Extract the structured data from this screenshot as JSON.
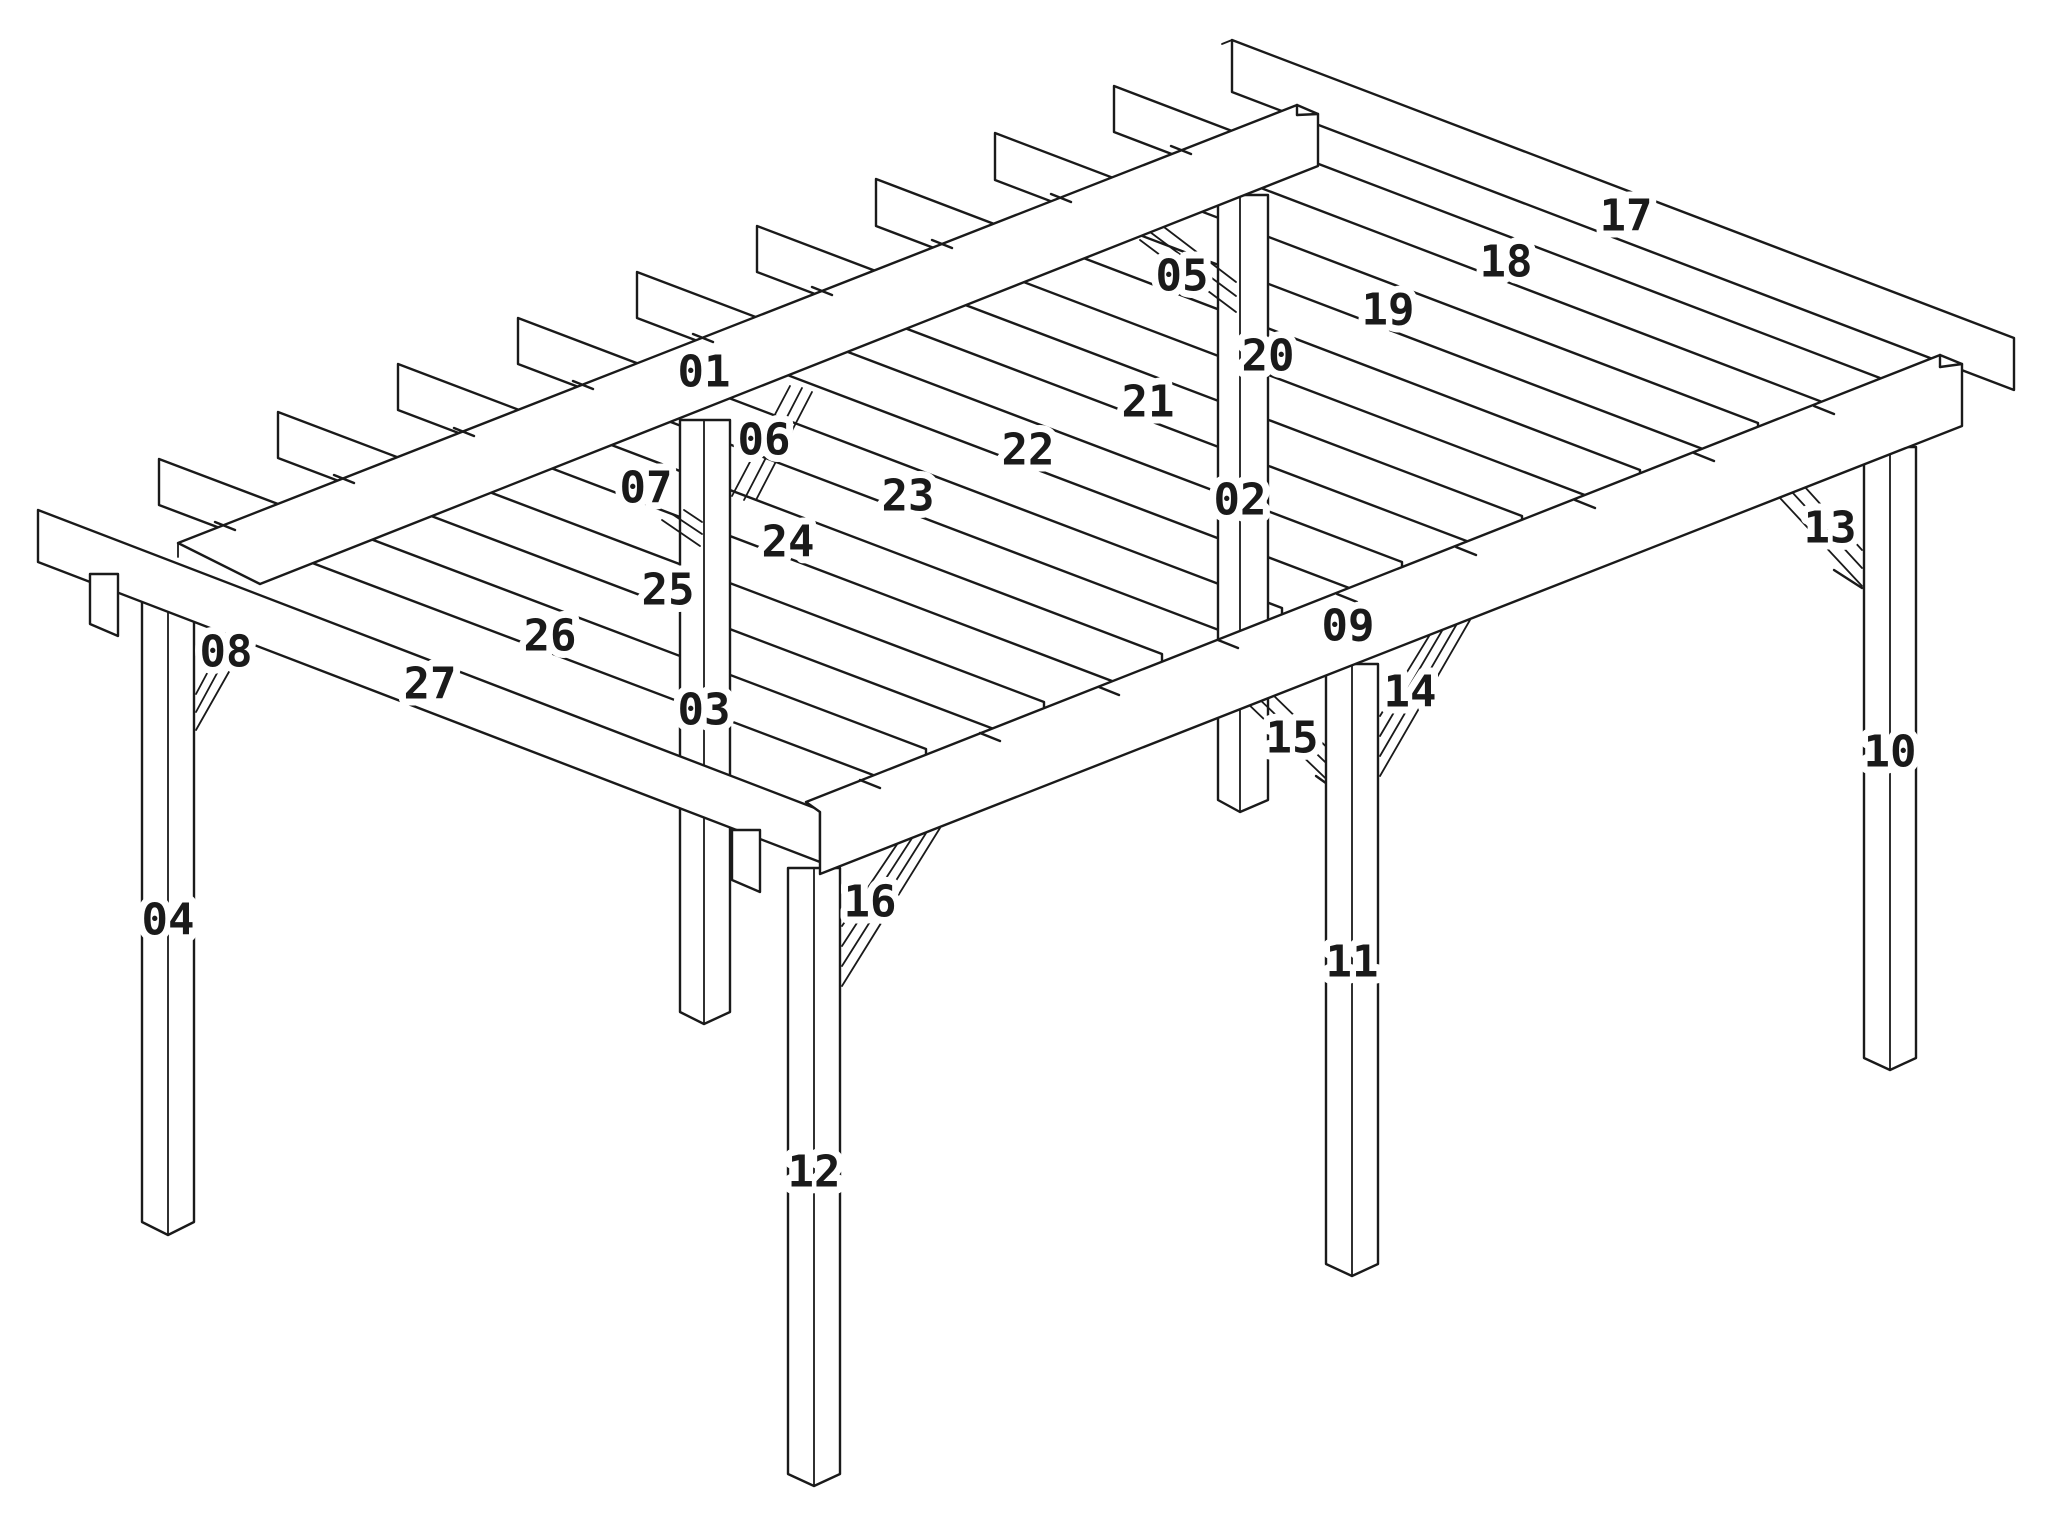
{
  "diagram": {
    "labels": {
      "p01": "01",
      "p02": "02",
      "p03": "03",
      "p04": "04",
      "p05": "05",
      "p06": "06",
      "p07": "07",
      "p08": "08",
      "p09": "09",
      "p10": "10",
      "p11": "11",
      "p12": "12",
      "p13": "13",
      "p14": "14",
      "p15": "15",
      "p16": "16",
      "p17": "17",
      "p18": "18",
      "p19": "19",
      "p20": "20",
      "p21": "21",
      "p22": "22",
      "p23": "23",
      "p24": "24",
      "p25": "25",
      "p26": "26",
      "p27": "27"
    }
  }
}
